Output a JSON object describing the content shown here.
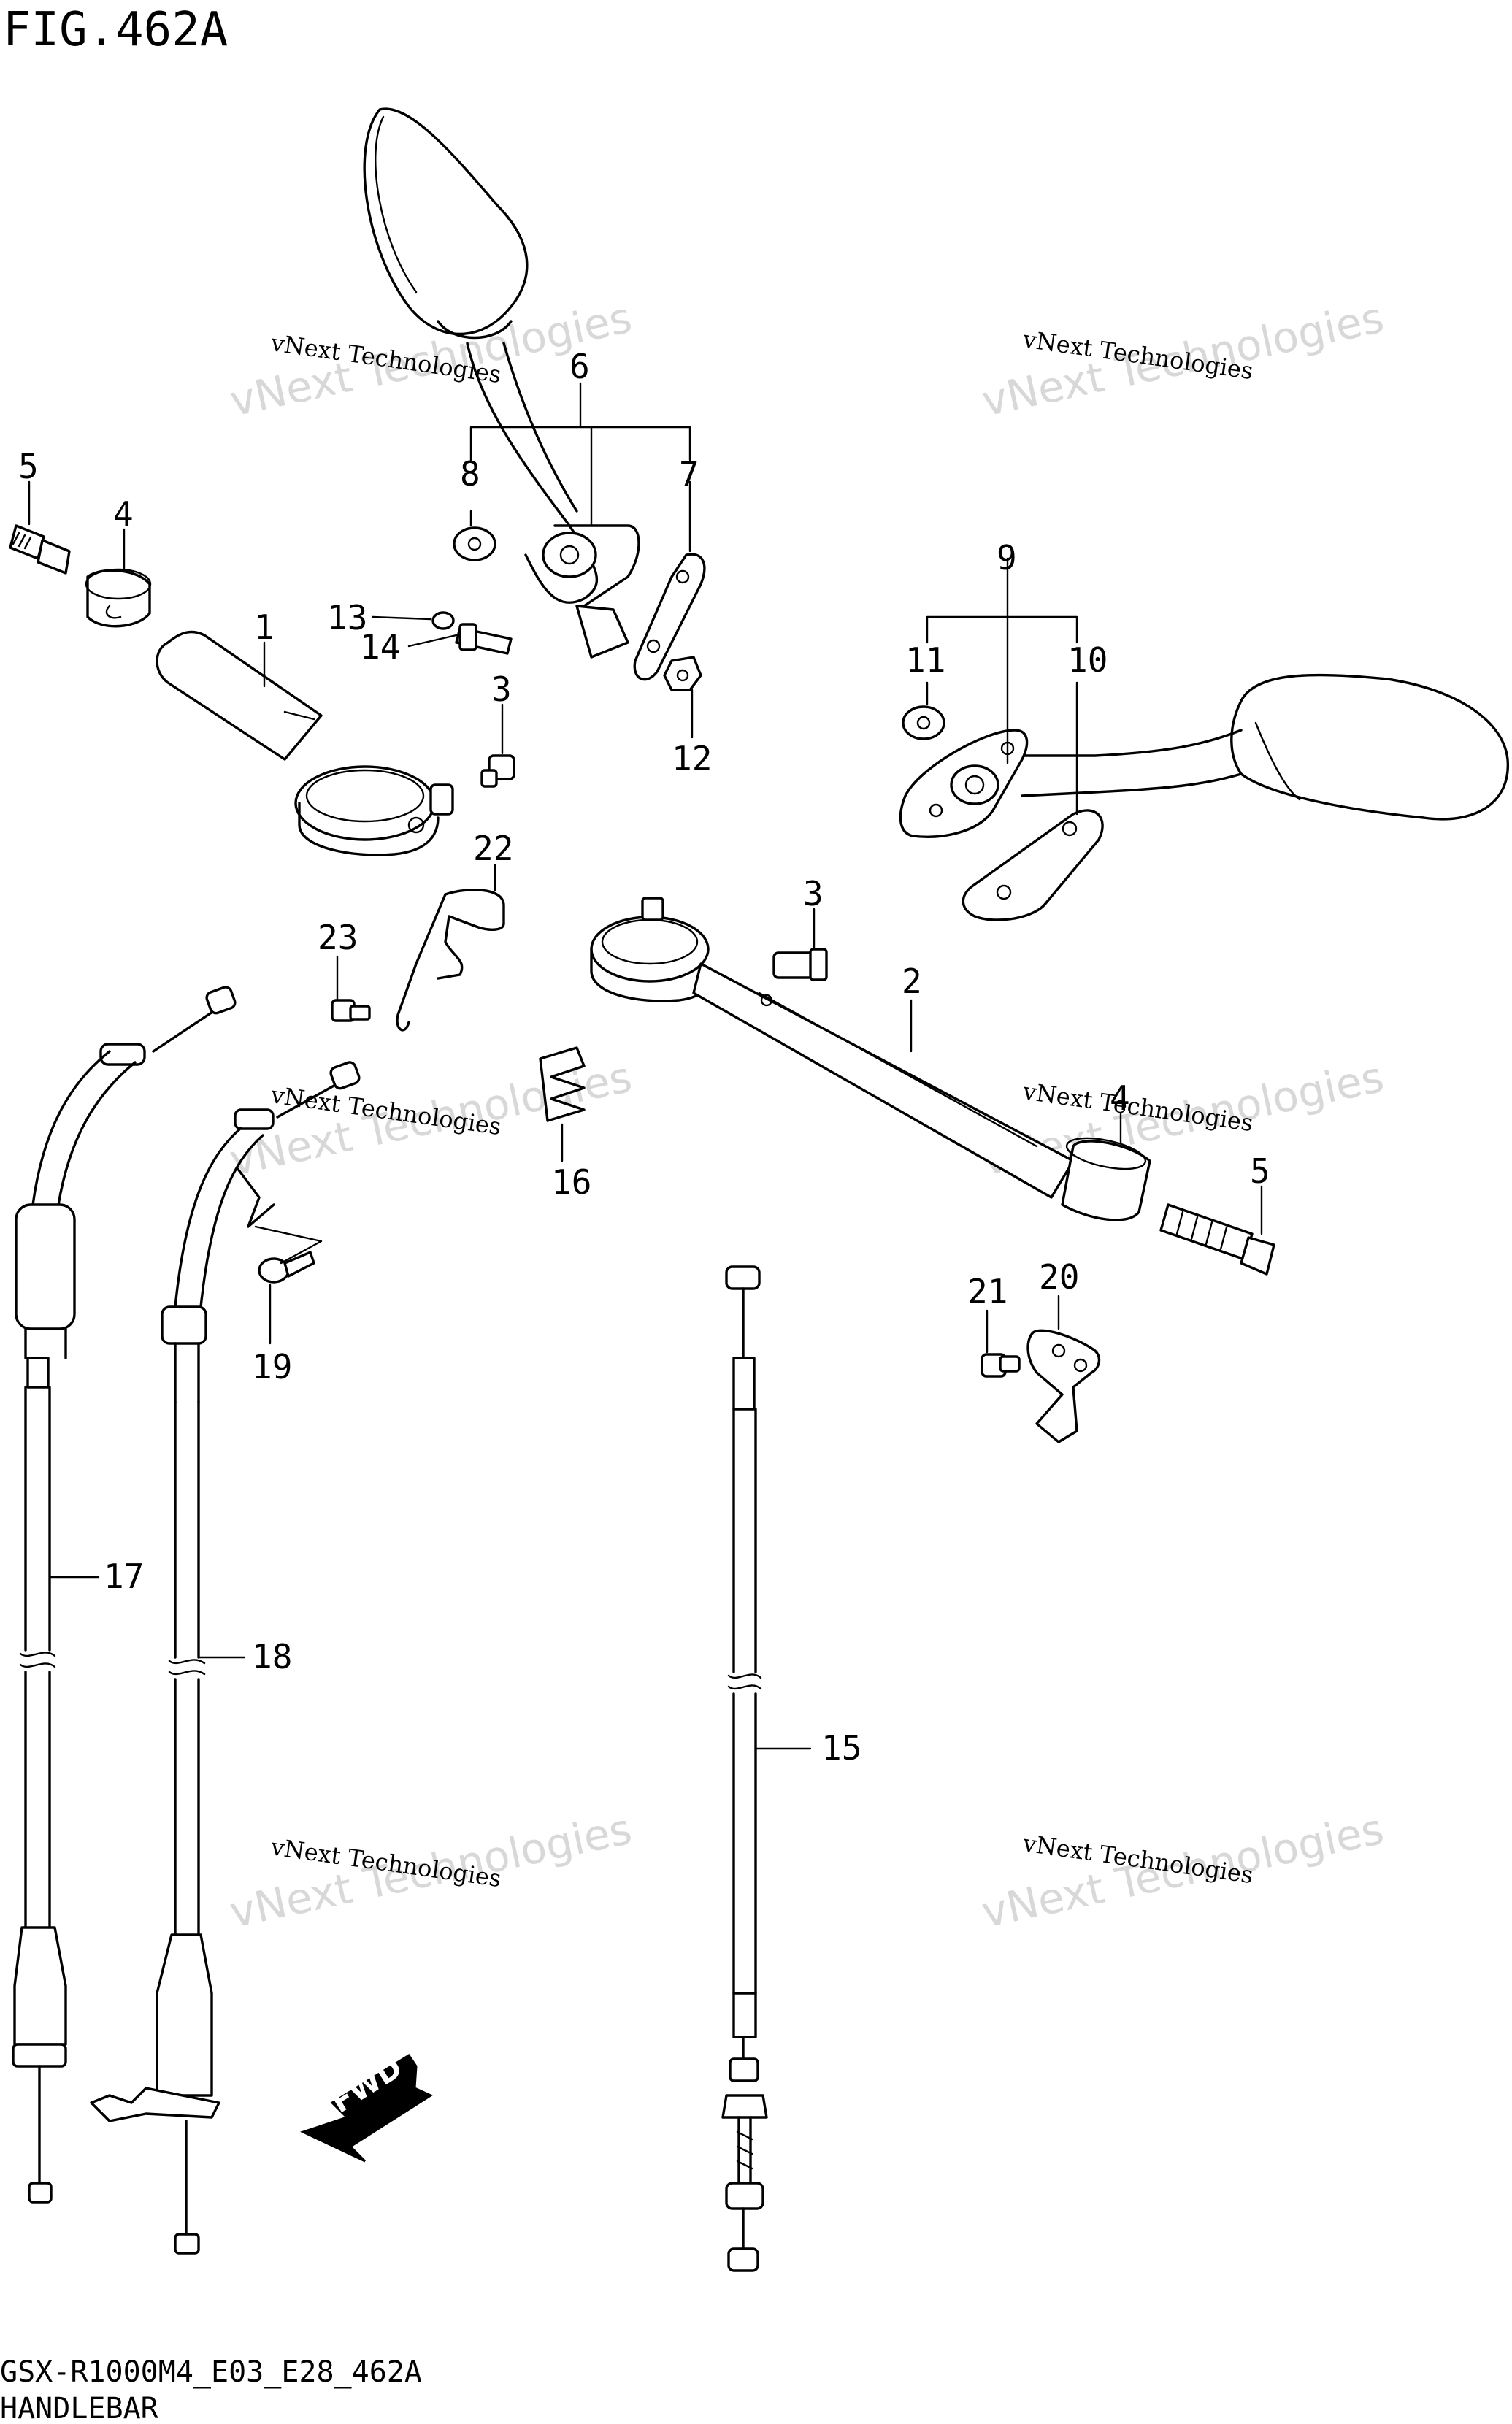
{
  "figure": {
    "title": "FIG.462A",
    "footer_code": "GSX-R1000M4_E03_E28_462A",
    "footer_name": "HANDLEBAR",
    "fwd_label": "FWD"
  },
  "watermark": {
    "line1": "vNext Technologies",
    "line2": "vNext Technologies"
  },
  "callouts": {
    "c1": "1",
    "c2": "2",
    "c3a": "3",
    "c3b": "3",
    "c4a": "4",
    "c4b": "4",
    "c5a": "5",
    "c5b": "5",
    "c6": "6",
    "c7": "7",
    "c8": "8",
    "c9": "9",
    "c10": "10",
    "c11": "11",
    "c12": "12",
    "c13": "13",
    "c14": "14",
    "c15": "15",
    "c16": "16",
    "c17": "17",
    "c18": "18",
    "c19": "19",
    "c20": "20",
    "c21": "21",
    "c22": "22",
    "c23": "23"
  }
}
